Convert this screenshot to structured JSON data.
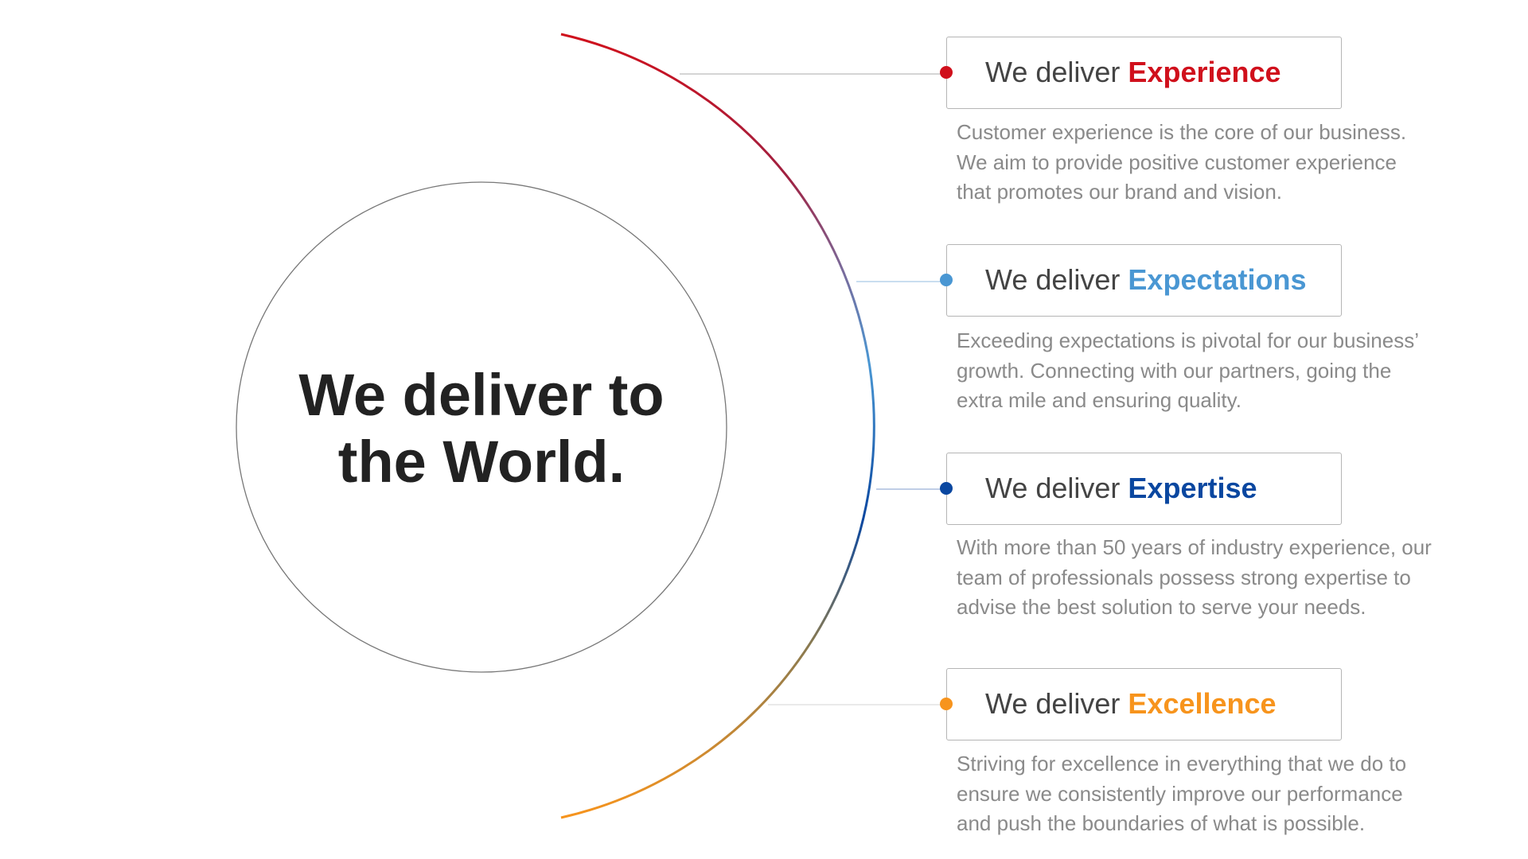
{
  "title": {
    "line1": "We deliver to",
    "line2": "the World."
  },
  "items": [
    {
      "prefix": "We deliver",
      "keyword": "Experience",
      "color": "#d0101c",
      "description": [
        "Customer experience is the core of our business.",
        "We aim to provide positive customer experience",
        "that promotes our brand and vision."
      ]
    },
    {
      "prefix": "We deliver",
      "keyword": "Expectations",
      "color": "#4a97d3",
      "description": [
        "Exceeding expectations is pivotal for our business’",
        "growth. Connecting with our partners, going the",
        "extra mile and ensuring quality."
      ]
    },
    {
      "prefix": "We deliver",
      "keyword": "Expertise",
      "color": "#0a47a0",
      "description": [
        "With more than 50 years of industry experience, our",
        "team of professionals possess strong expertise to",
        "advise the best solution to serve your needs."
      ]
    },
    {
      "prefix": "We deliver",
      "keyword": "Excellence",
      "color": "#f7941d",
      "description": [
        "Striving for excellence in everything that we do to",
        "ensure we consistently improve our performance",
        "and push the boundaries of what is possible."
      ]
    }
  ]
}
